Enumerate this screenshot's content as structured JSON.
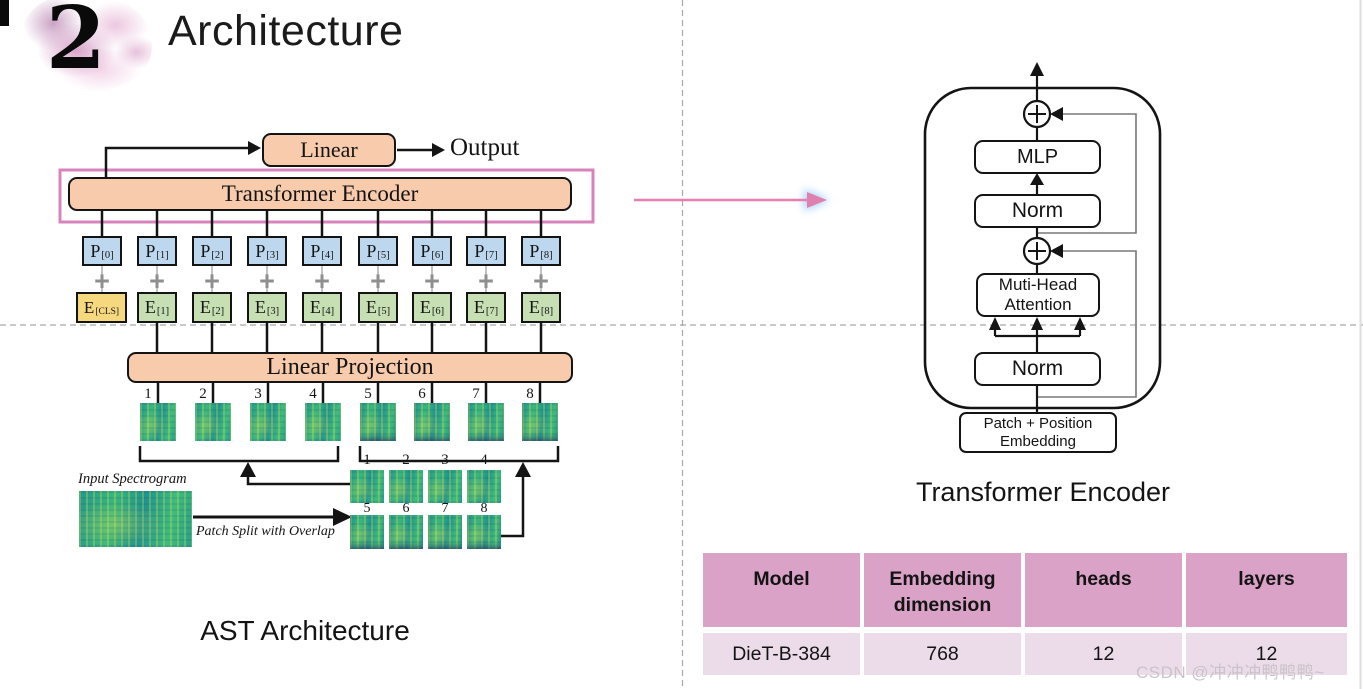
{
  "header": {
    "badge_number": "2",
    "title": "Architecture"
  },
  "left_diagram": {
    "caption": "AST Architecture",
    "linear": "Linear",
    "output": "Output",
    "transformer_encoder": "Transformer Encoder",
    "linear_projection": "Linear Projection",
    "plus": "+",
    "input_spectrogram": "Input Spectrogram",
    "patch_split": "Patch Split with Overlap",
    "p_tokens": [
      {
        "base": "P",
        "sub": "[0]"
      },
      {
        "base": "P",
        "sub": "[1]"
      },
      {
        "base": "P",
        "sub": "[2]"
      },
      {
        "base": "P",
        "sub": "[3]"
      },
      {
        "base": "P",
        "sub": "[4]"
      },
      {
        "base": "P",
        "sub": "[5]"
      },
      {
        "base": "P",
        "sub": "[6]"
      },
      {
        "base": "P",
        "sub": "[7]"
      },
      {
        "base": "P",
        "sub": "[8]"
      }
    ],
    "e_tokens": [
      {
        "base": "E",
        "sub": "[CLS]"
      },
      {
        "base": "E",
        "sub": "[1]"
      },
      {
        "base": "E",
        "sub": "[2]"
      },
      {
        "base": "E",
        "sub": "[3]"
      },
      {
        "base": "E",
        "sub": "[4]"
      },
      {
        "base": "E",
        "sub": "[5]"
      },
      {
        "base": "E",
        "sub": "[6]"
      },
      {
        "base": "E",
        "sub": "[7]"
      },
      {
        "base": "E",
        "sub": "[8]"
      }
    ],
    "patch_numbers": [
      "1",
      "2",
      "3",
      "4",
      "5",
      "6",
      "7",
      "8"
    ],
    "grid_numbers_row1": [
      "1",
      "2",
      "3",
      "4"
    ],
    "grid_numbers_row2": [
      "5",
      "6",
      "7",
      "8"
    ]
  },
  "right_diagram": {
    "caption": "Transformer Encoder",
    "mlp": "MLP",
    "norm_top": "Norm",
    "attention_line1": "Muti-Head",
    "attention_line2": "Attention",
    "norm_bottom": "Norm",
    "embedding_line1": "Patch + Position",
    "embedding_line2": "Embedding"
  },
  "table": {
    "headers": [
      "Model",
      "Embedding dimension",
      "heads",
      "layers"
    ],
    "rows": [
      [
        "DieT-B-384",
        "768",
        "12",
        "12"
      ]
    ]
  },
  "watermark": "CSDN @冲冲冲鸭鸭鸭~",
  "colors": {
    "box_peach": "#f8cbad",
    "patch_blue": "#bdd7ee",
    "embed_green": "#c6e0b4",
    "cls_gold": "#f6d97e",
    "highlight_pink": "#d884bc",
    "arrow_pink": "#e87fb0",
    "arrow_glow_blue": "#90c5f7",
    "table_header_pink": "#d9a2c6",
    "table_row_pink": "#ecdcea"
  }
}
